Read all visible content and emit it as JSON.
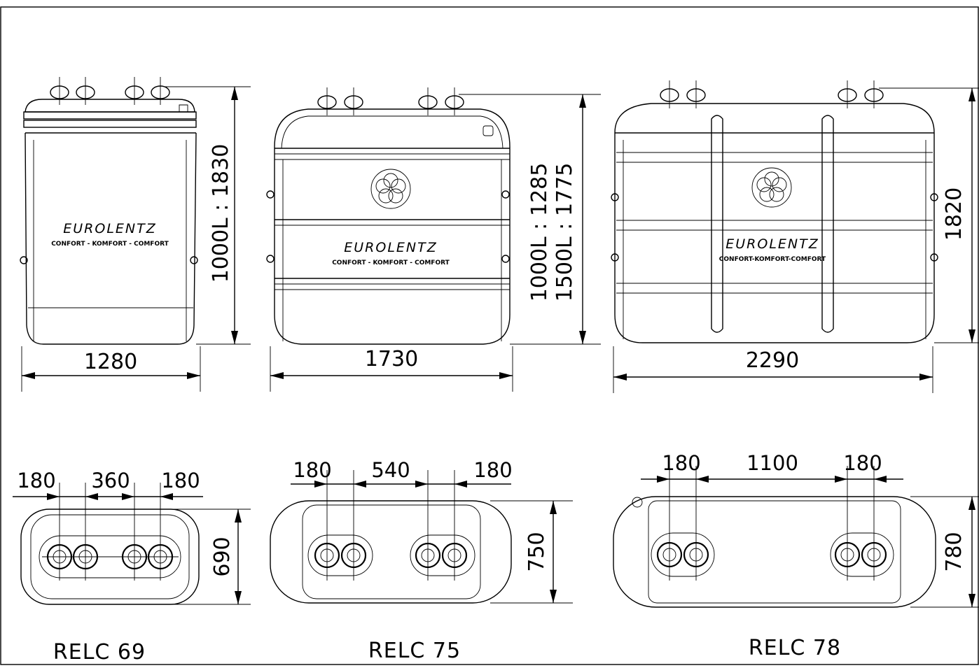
{
  "tanks": [
    {
      "model": "RELC 69",
      "brand": "EUROLENTZ",
      "tagline": "CONFORT - KOMFORT - COMFORT",
      "width": "1280",
      "height_lines": [
        "1000L : 1830"
      ],
      "top_spacing": [
        "180",
        "360",
        "180"
      ],
      "depth": "690"
    },
    {
      "model": "RELC 75",
      "brand": "EUROLENTZ",
      "tagline": "CONFORT - KOMFORT - COMFORT",
      "width": "1730",
      "height_lines": [
        "1000L : 1285",
        "1500L : 1775"
      ],
      "top_spacing": [
        "180",
        "540",
        "180"
      ],
      "depth": "750"
    },
    {
      "model": "RELC 78",
      "brand": "EUROLENTZ",
      "tagline": "CONFORT-KOMFORT-COMFORT",
      "width": "2290",
      "height_lines": [
        "1820"
      ],
      "top_spacing": [
        "180",
        "1100",
        "180"
      ],
      "depth": "780"
    }
  ]
}
